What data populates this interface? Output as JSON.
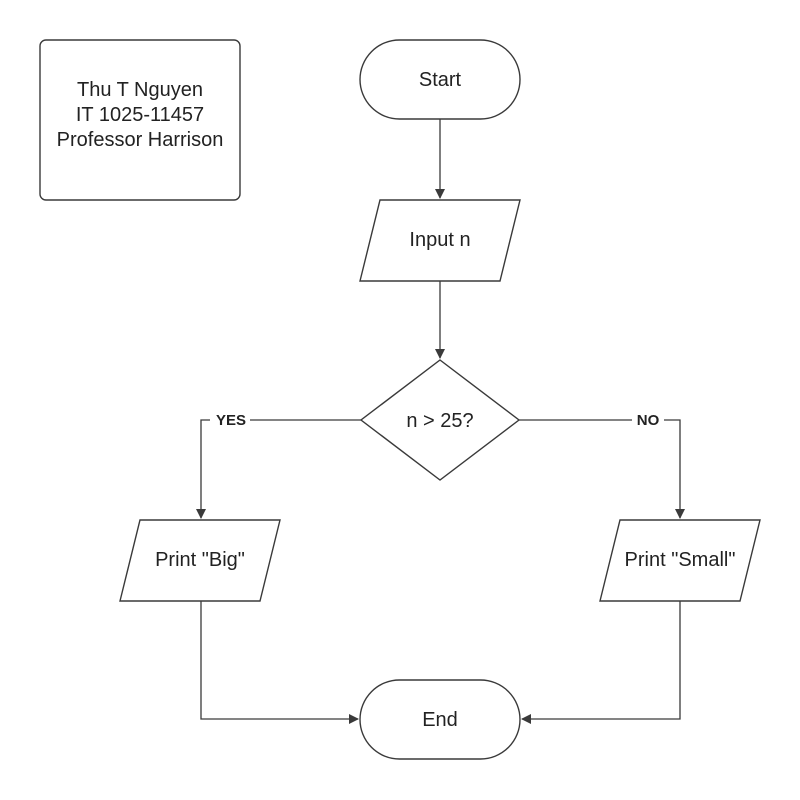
{
  "info_box": {
    "line1": "Thu T Nguyen",
    "line2": "IT 1025-11457",
    "line3": "Professor Harrison"
  },
  "nodes": {
    "start": "Start",
    "input": "Input n",
    "decision": "n > 25?",
    "print_big": "Print \"Big\"",
    "print_small": "Print \"Small\"",
    "end": "End"
  },
  "edges": {
    "yes": "YES",
    "no": "NO"
  },
  "colors": {
    "stroke": "#3a3a3a",
    "text": "#222222",
    "background": "#ffffff"
  }
}
